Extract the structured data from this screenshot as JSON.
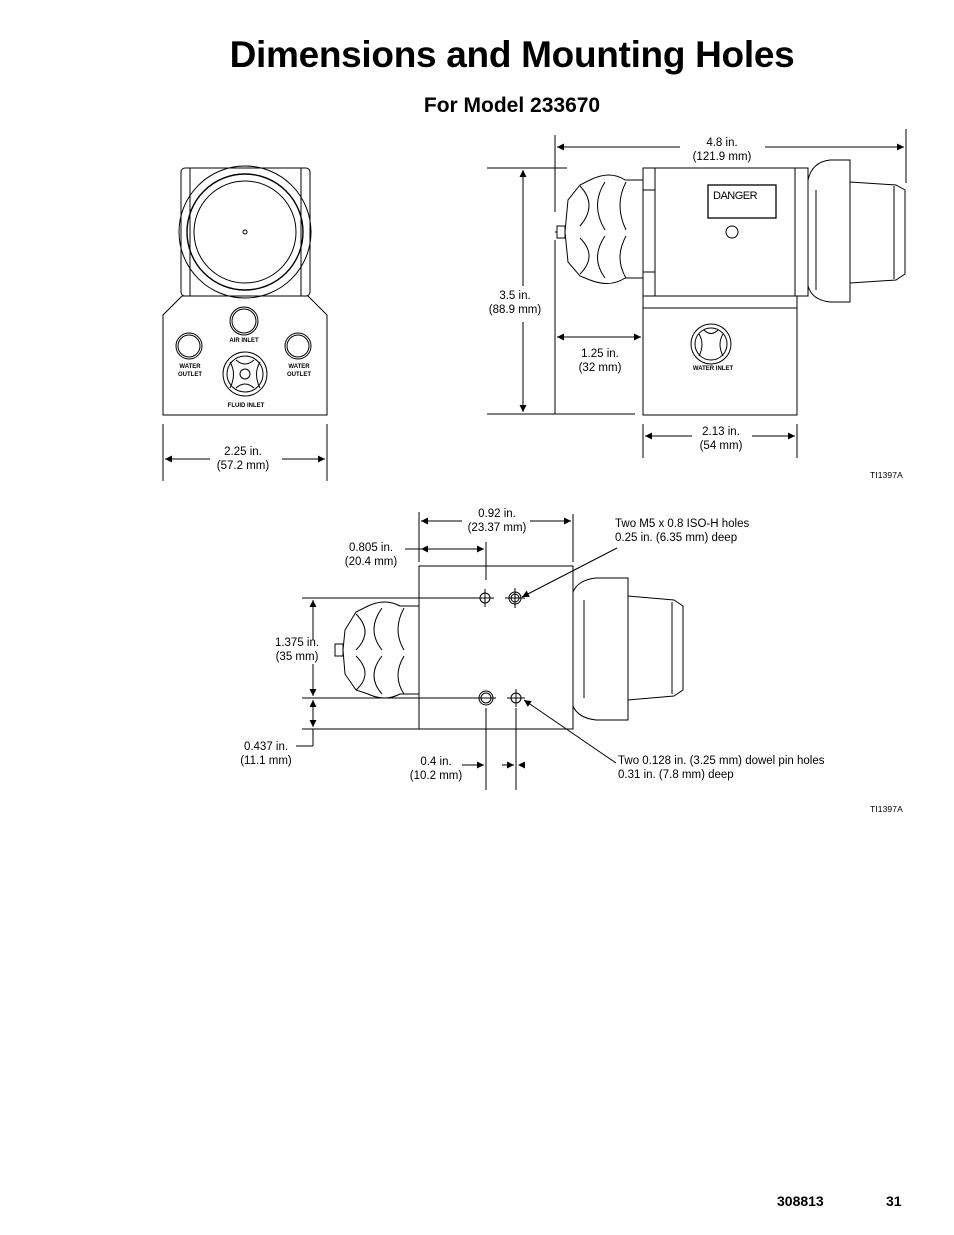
{
  "page": {
    "title": "Dimensions and Mounting Holes",
    "subtitle": "For Model 233670",
    "doc_number": "308813",
    "page_number": "31"
  },
  "front_view": {
    "labels": {
      "air_inlet": "AIR INLET",
      "water_outlet_left": [
        "WATER",
        "OUTLET"
      ],
      "water_outlet_right": [
        "WATER",
        "OUTLET"
      ],
      "fluid_inlet": "FLUID INLET"
    },
    "width_dim": [
      "2.25 in.",
      "(57.2 mm)"
    ]
  },
  "side_view": {
    "danger_label": "DANGER",
    "water_inlet_label": "WATER INLET",
    "length_dim": [
      "4.8 in.",
      "(121.9 mm)"
    ],
    "height_dim": [
      "3.5 in.",
      "(88.9 mm)"
    ],
    "offset_dim": [
      "1.25 in.",
      "(32 mm)"
    ],
    "base_dim": [
      "2.13 in.",
      "(54 mm)"
    ],
    "figure_ref": "TI1397A"
  },
  "mounting_view": {
    "dim_092": [
      "0.92 in.",
      "(23.37 mm)"
    ],
    "dim_0805": [
      "0.805 in.",
      "(20.4 mm)"
    ],
    "dim_1375": [
      "1.375 in.",
      "(35 mm)"
    ],
    "dim_0437": [
      "0.437 in.",
      "(11.1 mm)"
    ],
    "dim_04": [
      "0.4 in.",
      "(10.2 mm)"
    ],
    "note_m5": [
      "Two M5 x 0.8 ISO-H holes",
      "0.25 in. (6.35 mm) deep"
    ],
    "note_dowel": [
      "Two 0.128 in. (3.25 mm) dowel pin holes",
      "0.31 in. (7.8 mm) deep"
    ],
    "figure_ref": "TI1397A"
  }
}
